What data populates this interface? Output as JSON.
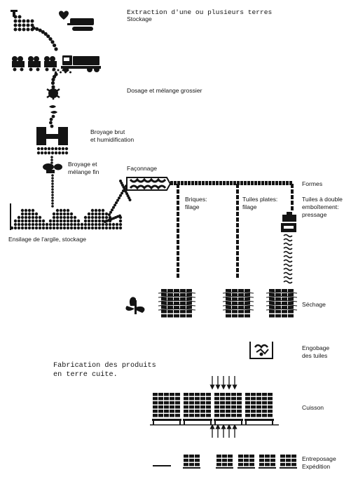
{
  "labels": {
    "extraction": "Extraction d'une ou plusieurs terres",
    "stockage": "Stockage",
    "dosage": "Dosage et mélange grossier",
    "broyage_brut_1": "Broyage brut",
    "broyage_brut_2": "et humidification",
    "broyage_fin_1": "Broyage et",
    "broyage_fin_2": "mélange fin",
    "faconnage": "Façonnage",
    "formes": "Formes",
    "ensilage": "Ensilage de l'argile, stockage",
    "briques_1": "Briques:",
    "briques_2": "filage",
    "tuiles_plates_1": "Tuiles plates:",
    "tuiles_plates_2": "filage",
    "tuiles_double_1": "Tuiles à double",
    "tuiles_double_2": "emboîtement:",
    "tuiles_double_3": "pressage",
    "sechage": "Séchage",
    "engobage_1": "Engobage",
    "engobage_2": "des tuiles",
    "fabrication_1": "Fabrication des produits",
    "fabrication_2": "en terre cuite.",
    "cuisson": "Cuisson",
    "entreposage": "Entreposage",
    "expedition": "Expédition"
  },
  "icons": {
    "excavator": "excavator-icon",
    "truck": "truck-icon",
    "wagons": "wagon-icon",
    "crusher": "crusher-icon",
    "mill": "mill-icon",
    "extruder": "extruder-icon",
    "press": "press-icon",
    "fan": "fan-icon",
    "engobe_tank": "engobe-tank-icon"
  },
  "colors": {
    "ink": "#141414",
    "paper": "#ffffff"
  }
}
